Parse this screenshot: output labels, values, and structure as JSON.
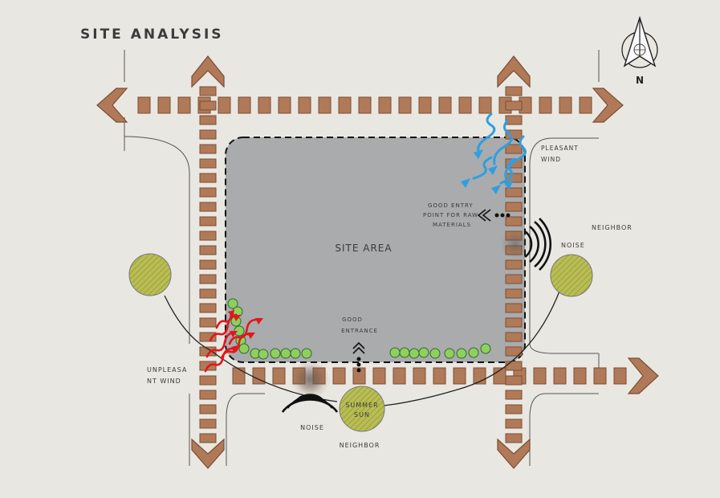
{
  "title": "SITE ANALYSIS",
  "compass": {
    "label": "N"
  },
  "site_label": "SITE AREA",
  "labels": {
    "pleasant_wind_1": "PLEASANT",
    "pleasant_wind_2": "WIND",
    "entry_raw_1": "GOOD ENTRY",
    "entry_raw_2": "POINT FOR RAW",
    "entry_raw_3": "MATERIALS",
    "neighbor_right": "NEIGHBOR",
    "noise_right": "NOISE",
    "good_entrance_1": "GOOD",
    "good_entrance_2": "ENTRANCE",
    "unpleasant_wind_1": "UNPLEASA",
    "unpleasant_wind_2": "NT WIND",
    "noise_bottom": "NOISE",
    "summer_sun_1": "SUMMER",
    "summer_sun_2": "SUN",
    "neighbor_bottom": "NEIGHBOR"
  },
  "colors": {
    "background": "#e9e7e1",
    "road_brick": "#b07a58",
    "road_brick_stroke": "#7a4d34",
    "site_fill": "#a9abad",
    "tree_fill": "#b9bd54",
    "shrub_fill": "#8fcf5e",
    "pleasant_wind": "#2f9fe0",
    "unpleasant_wind": "#e3171b",
    "noise": "#111111"
  }
}
